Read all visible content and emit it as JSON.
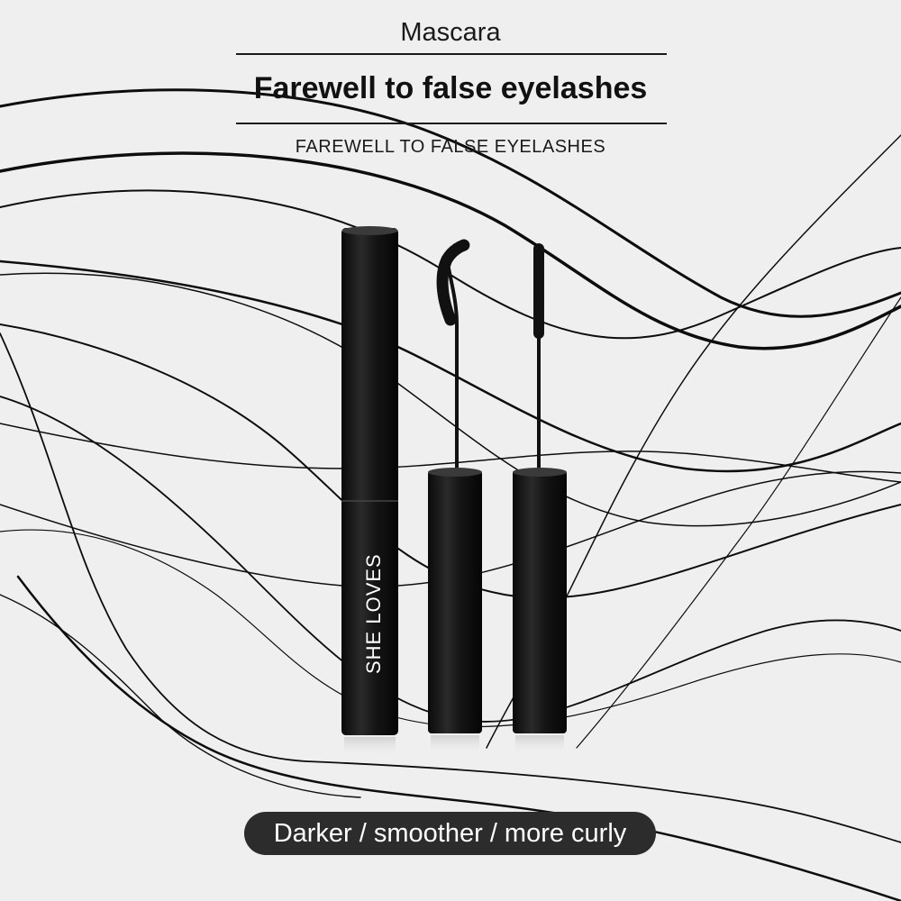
{
  "header": {
    "subtitle": "Mascara",
    "headline": "Farewell to false eyelashes",
    "caps_line": "FAREWELL TO FALSE EYELASHES"
  },
  "product": {
    "brand": "SHE LOVES",
    "icons": [
      "mascara-tube",
      "curved-brush-wand",
      "straight-brush-wand"
    ]
  },
  "tagline": "Darker / smoother / more curly",
  "colors": {
    "background": "#efefef",
    "ink": "#111111",
    "tube": "#141414",
    "pill": "#2c2c2c",
    "pill_text": "#ffffff"
  }
}
